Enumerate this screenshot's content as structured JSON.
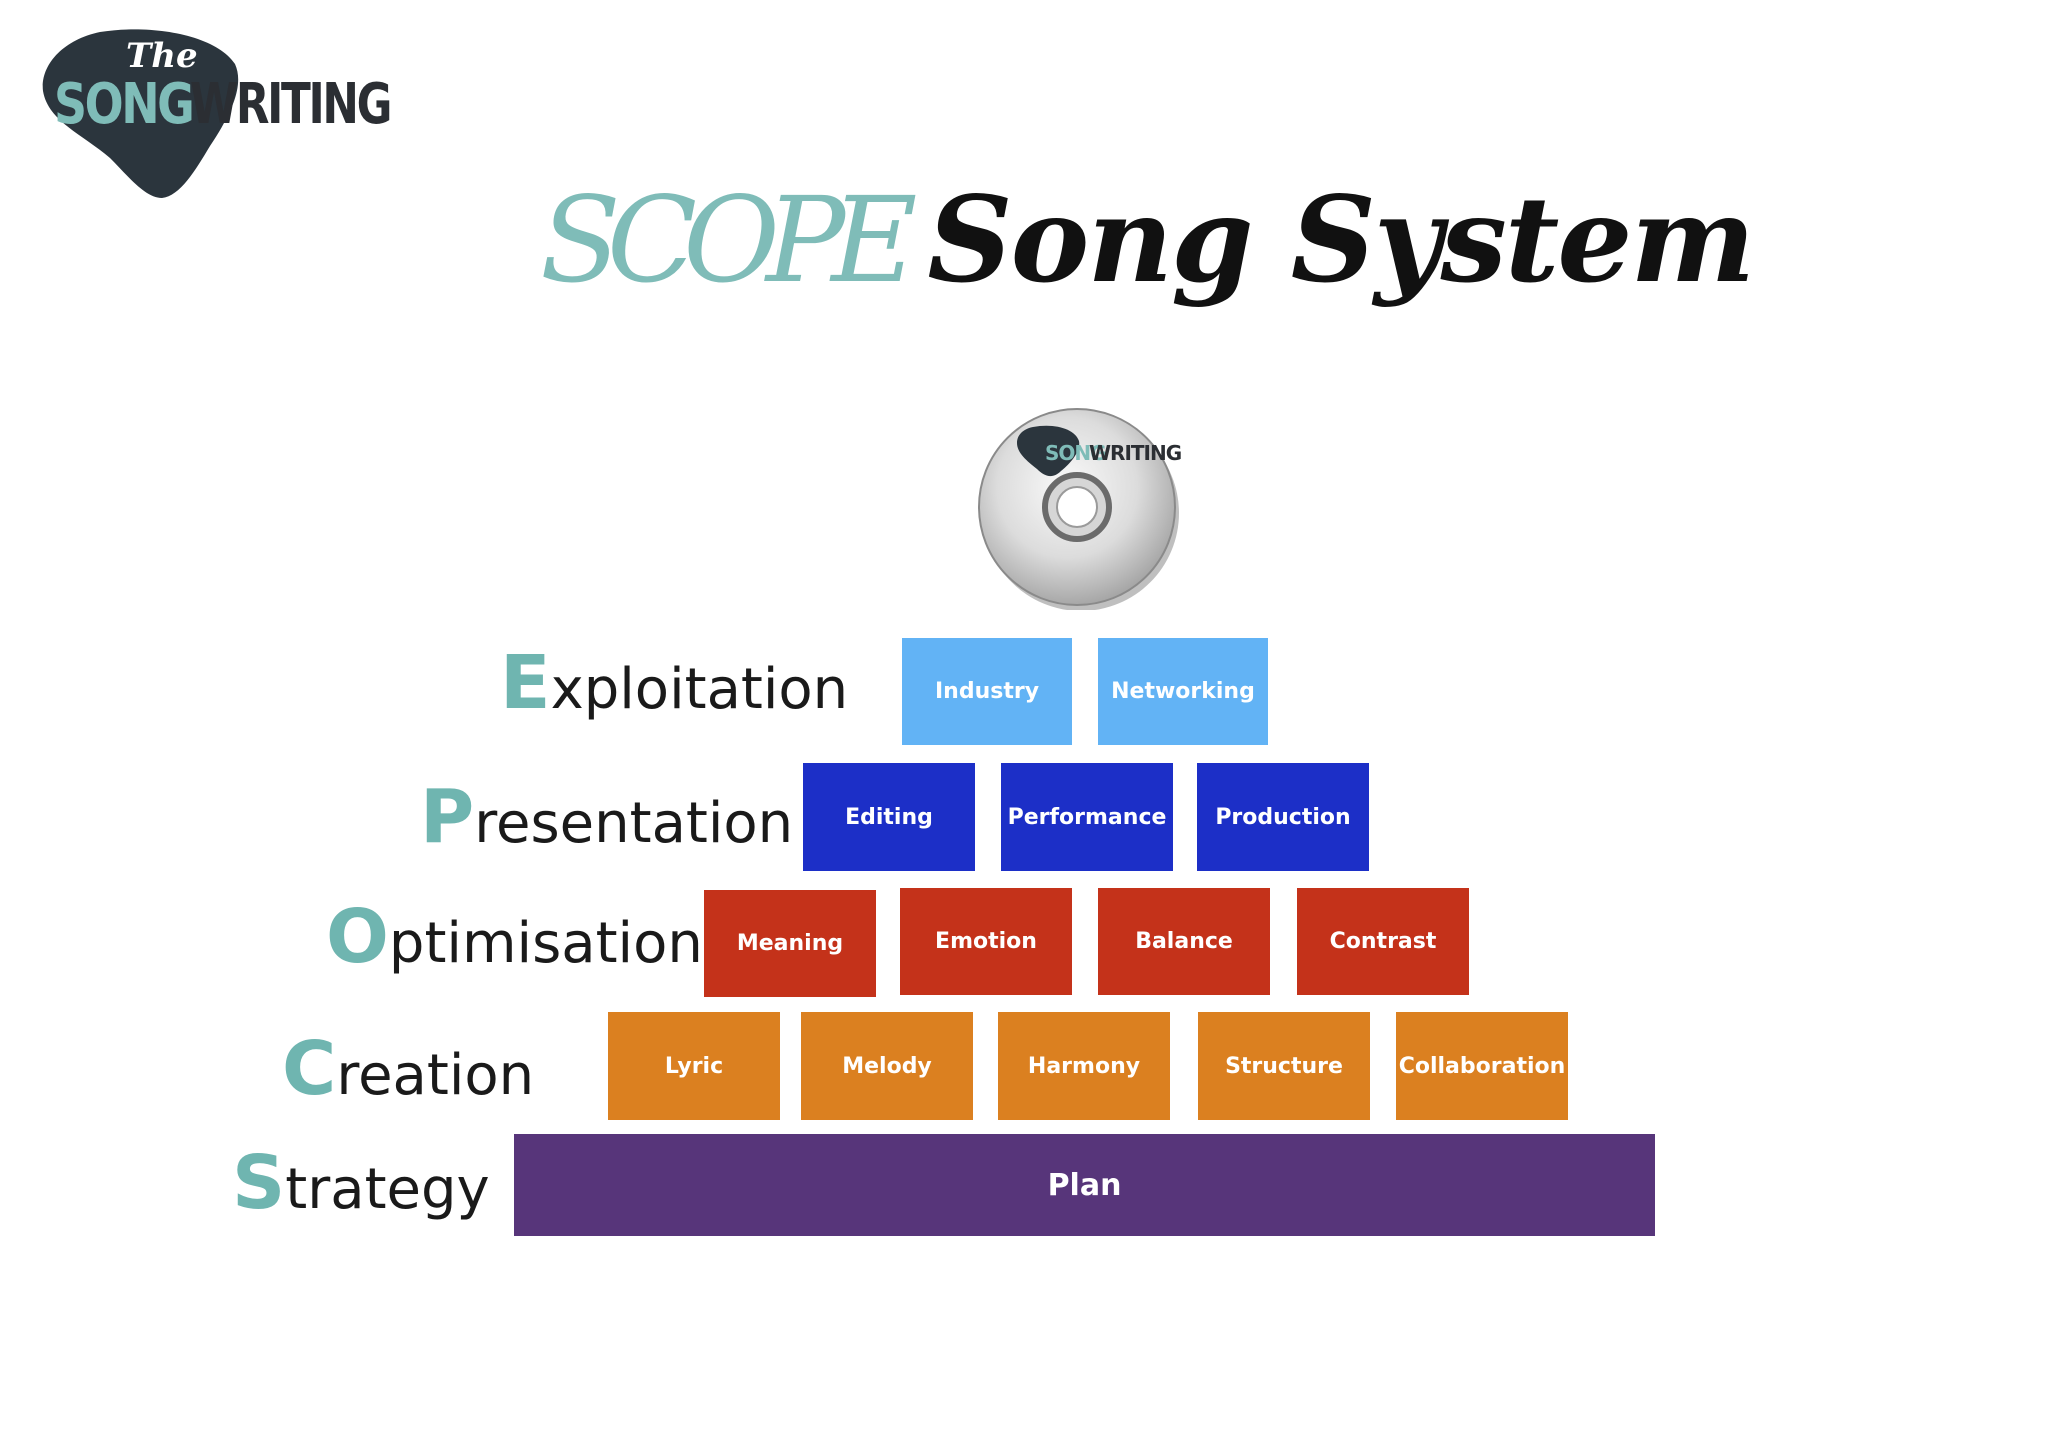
{
  "logo": {
    "the": "The",
    "song": "SONG",
    "writing": "WRITING"
  },
  "title": {
    "scope": "SCOPE",
    "rest": "Song System"
  },
  "cd": {
    "song": "SONG",
    "writing": "WRITING"
  },
  "colors": {
    "exploitation": "#62b3f5",
    "presentation": "#1c2fc7",
    "optimisation": "#c4321a",
    "creation": "#db8020",
    "strategy": "#57357a",
    "accent": "#7fbcb8"
  },
  "levels": [
    {
      "initial": "E",
      "rest": "xploitation",
      "blocks": [
        "Industry",
        "Networking"
      ]
    },
    {
      "initial": "P",
      "rest": "resentation",
      "blocks": [
        "Editing",
        "Performance",
        "Production"
      ]
    },
    {
      "initial": "O",
      "rest": "ptimisation",
      "blocks": [
        "Meaning",
        "Emotion",
        "Balance",
        "Contrast"
      ]
    },
    {
      "initial": "C",
      "rest": "reation",
      "blocks": [
        "Lyric",
        "Melody",
        "Harmony",
        "Structure",
        "Collaboration"
      ]
    },
    {
      "initial": "S",
      "rest": "trategy",
      "blocks": [
        "Plan"
      ]
    }
  ]
}
